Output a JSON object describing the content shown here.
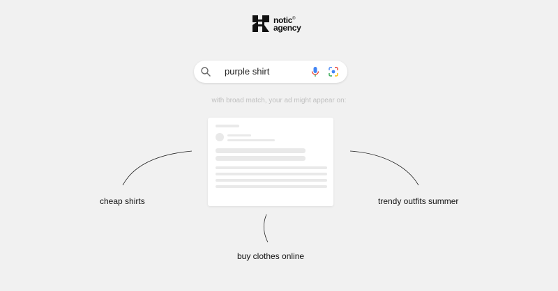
{
  "brand": {
    "name_line1": "notic",
    "name_line2": "agency",
    "reg": "®"
  },
  "search": {
    "query": "purple shirt"
  },
  "hint": "with broad match, your ad might appear on:",
  "keywords": {
    "left": "cheap shirts",
    "bottom": "buy clothes online",
    "right": "trendy outfits summer"
  },
  "colors": {
    "background": "#f1f1f1",
    "card": "#ffffff",
    "placeholder": "#e9e9e9"
  }
}
